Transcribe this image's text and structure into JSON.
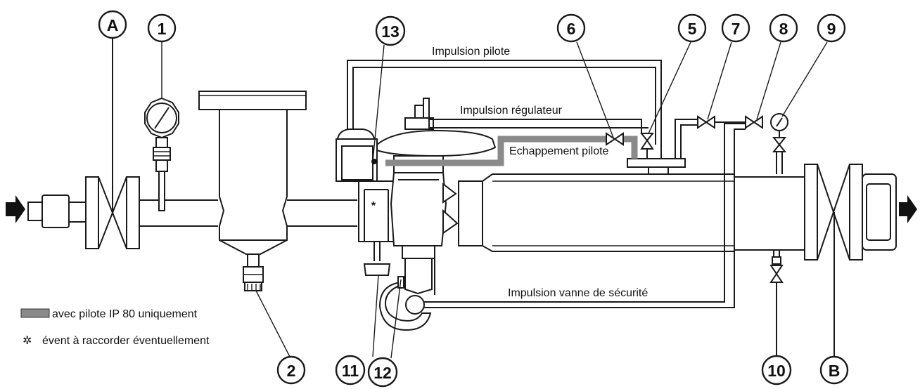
{
  "callouts": {
    "A": "A",
    "B": "B",
    "c1": "1",
    "c2": "2",
    "c5": "5",
    "c6": "6",
    "c7": "7",
    "c8": "8",
    "c9": "9",
    "c10": "10",
    "c11": "11",
    "c12": "12",
    "c13": "13"
  },
  "labels": {
    "impulsion_pilote": "Impulsion pilote",
    "impulsion_regulateur": "Impulsion régulateur",
    "echappement_pilote": "Echappement pilote",
    "impulsion_vanne": "Impulsion vanne de sécurité",
    "vent_mark": "*"
  },
  "legend": {
    "grey_box_text": "avec pilote IP 80 uniquement",
    "star_symbol": "✲",
    "star_text": "évent à raccorder éventuellement"
  },
  "colors": {
    "line": "#1a1a1a",
    "grey_pipe": "#8a8a8a",
    "legend_box": "#8a8a8a"
  }
}
